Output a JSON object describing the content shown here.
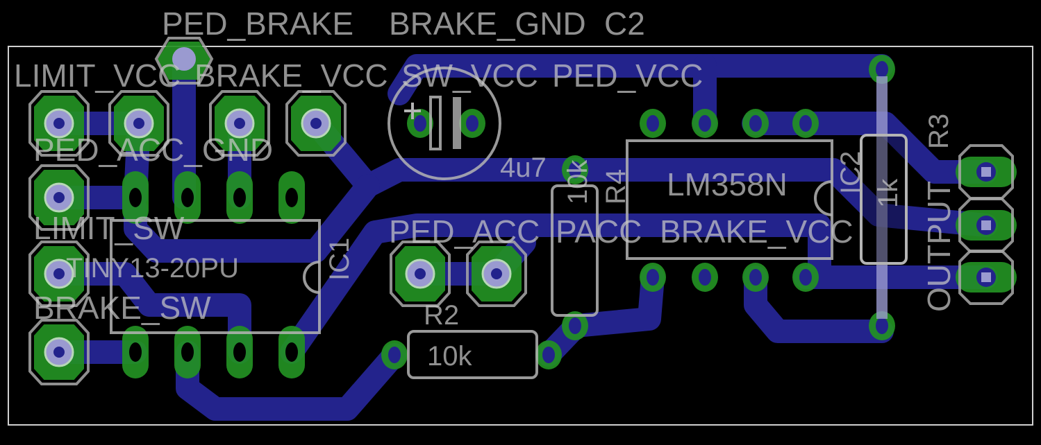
{
  "colors": {
    "trace": "#23238c",
    "pad": "#239123",
    "silk": "#c8c8c8",
    "background": "#000000",
    "outline": "#d0d0d0"
  },
  "labels": {
    "ped_brake": "PED_BRAKE",
    "top_row": [
      "LIMIT_VCC",
      "BRAKE_VCC",
      "SW_VCC",
      "PED_VCC"
    ],
    "brake_gnd": "BRAKE_GND",
    "ped_acc_gnd": "PED_ACC_GND",
    "limit_sw": "LIMIT_SW",
    "brake_sw": "BRAKE_SW",
    "ped_acc": "PED_ACC",
    "pacc": "PACC",
    "brake_vcc": "BRAKE_VCC",
    "output": "OUTPUT"
  },
  "components": {
    "ic1": {
      "name": "IC1",
      "value": "TINY13-20PU"
    },
    "ic2": {
      "name": "IC2",
      "value": "LM358N"
    },
    "c2": {
      "name": "C2",
      "value": "4u7"
    },
    "r2": {
      "name": "R2",
      "value": "10k"
    },
    "r3": {
      "name": "R3",
      "value": "1k"
    },
    "r4": {
      "name": "R4",
      "value": "10k"
    }
  }
}
